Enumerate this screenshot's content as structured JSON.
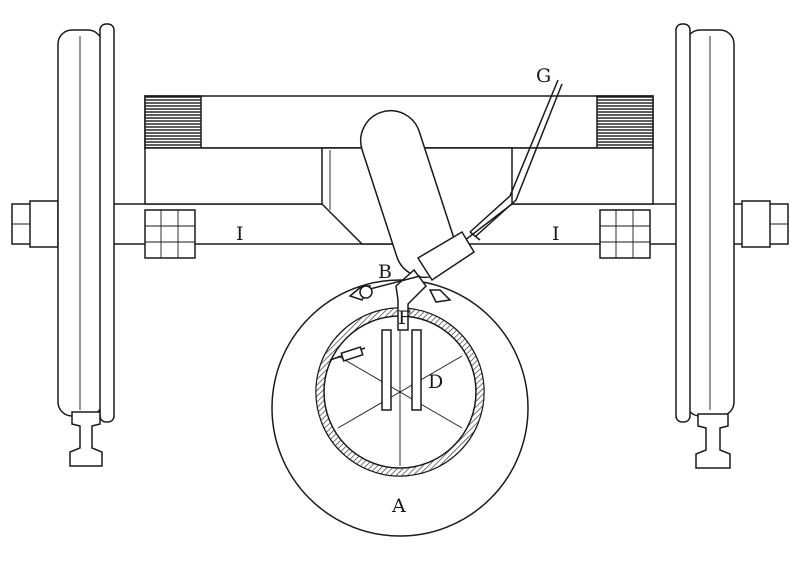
{
  "labels": {
    "A": "A",
    "B": "B",
    "D": "D",
    "F": "F",
    "G": "G",
    "I_left": "I",
    "I_right": "I"
  },
  "colors": {
    "ink": "#1a1a1a",
    "paper": "#ffffff"
  }
}
